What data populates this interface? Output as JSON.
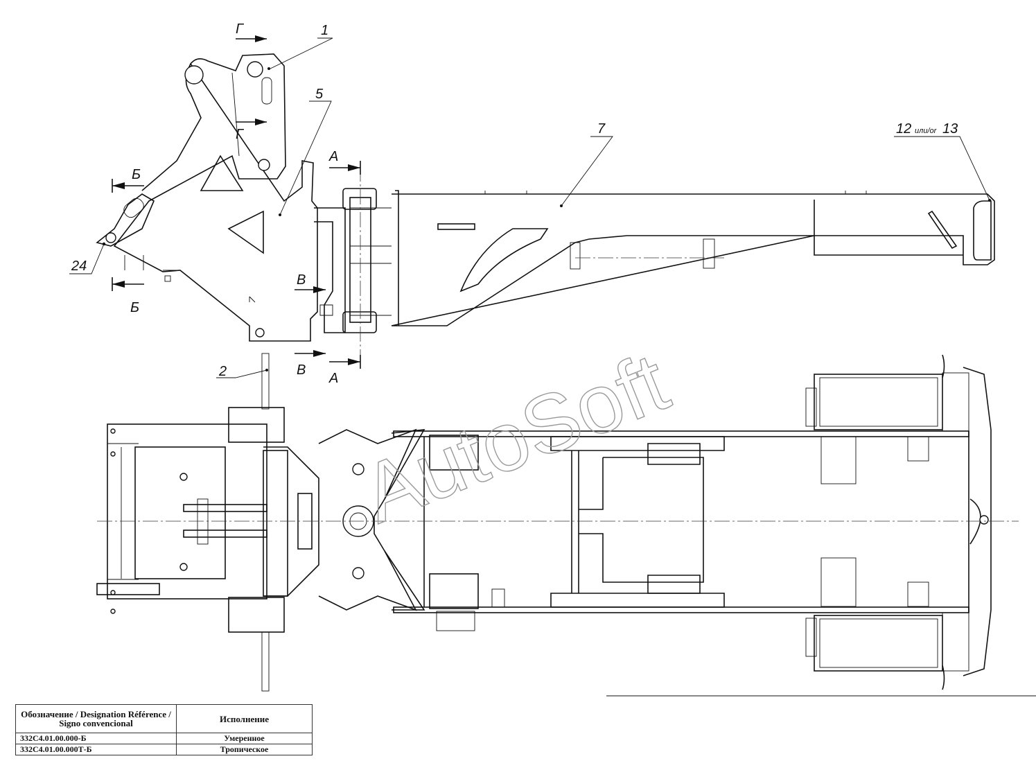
{
  "callouts": {
    "c1": "1",
    "c2": "2",
    "c5": "5",
    "c7": "7",
    "c24": "24",
    "c12": "12",
    "c12_or": "или/or",
    "c13": "13"
  },
  "section_marks": {
    "g": "Г",
    "b": "Б",
    "a": "А",
    "v": "В"
  },
  "watermark": "AutoSoft",
  "spec_table": {
    "header_designation": "Обозначение / Designation Référence / Signo convencional",
    "header_execution": "Исполнение",
    "rows": [
      {
        "designation": "332С4.01.00.000-Б",
        "execution": "Умеренное"
      },
      {
        "designation": "332С4.01.00.000Т-Б",
        "execution": "Тропическое"
      }
    ]
  }
}
